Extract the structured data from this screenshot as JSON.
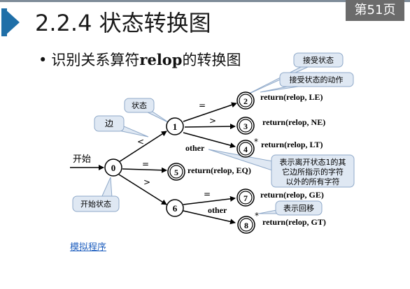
{
  "slide": {
    "title": "2.2.4 状态转换图",
    "page_label": "第51页",
    "bullet_text": "识别关系算符relop的转换图",
    "bullet_plain": "识别关系算符",
    "bullet_bold": "relop",
    "bullet_tail": "的转换图"
  },
  "diagram": {
    "start_label": "开始",
    "states": [
      "0",
      "1",
      "2",
      "3",
      "4",
      "5",
      "6",
      "7",
      "8"
    ],
    "edge_labels": {
      "e0_1": "<",
      "e0_5": "=",
      "e0_6": ">",
      "e1_2": "=",
      "e1_3": ">",
      "e1_4": "other",
      "e6_7": "=",
      "e6_8": "other"
    },
    "actions": {
      "s2": "return(relop, LE)",
      "s3": "return(relop, NE)",
      "s4": "return(relop, LT)",
      "s5": "return(relop, EQ)",
      "s7": "return(relop, GE)",
      "s8": "return(relop, GT)"
    },
    "retract_marker": "*",
    "callouts": {
      "accept_state": "接受状态",
      "accept_action": "接受状态的动作",
      "state": "状态",
      "edge": "边",
      "start_state": "开始状态",
      "other_line1": "表示离开状态1的其",
      "other_line2": "它边所指示的字符",
      "other_line3": "以外的所有字符",
      "retract": "表示回移"
    }
  },
  "link_text": "模拟程序",
  "colors": {
    "title_arrow": "#1f6fa8",
    "callout_fill": "#dfe8f3",
    "callout_stroke": "#8fa9c9",
    "link": "#1f5fbf"
  }
}
